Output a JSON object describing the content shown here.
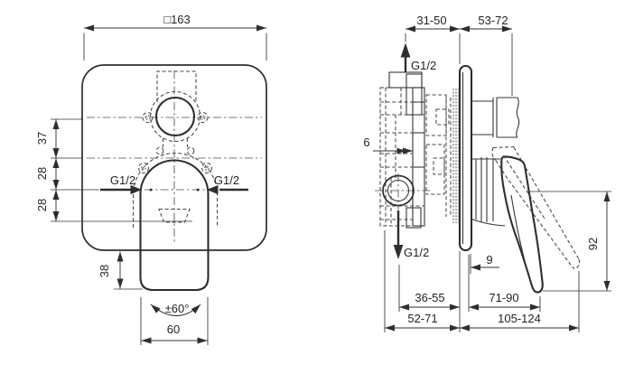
{
  "drawing": {
    "front_view": {
      "square_dim": "□163",
      "left_dims": [
        "37",
        "28",
        "28"
      ],
      "inlet_left": "G1/2",
      "inlet_right": "G1/2",
      "below_plate_dim": "38",
      "handle_angle": "±60°",
      "handle_width": "60"
    },
    "side_view": {
      "top_dims": [
        "31-50",
        "53-72"
      ],
      "outlet_top": "G1/2",
      "body_depth": "6",
      "outlet_bottom": "G1/2",
      "plate_offset": "9",
      "lever_height": "92",
      "depth_dims_row1": [
        "36-55",
        "71-90"
      ],
      "depth_dims_row2": [
        "52-71",
        "105-124"
      ]
    },
    "colors": {
      "line": "#2c2e30",
      "background": "#ffffff"
    }
  }
}
